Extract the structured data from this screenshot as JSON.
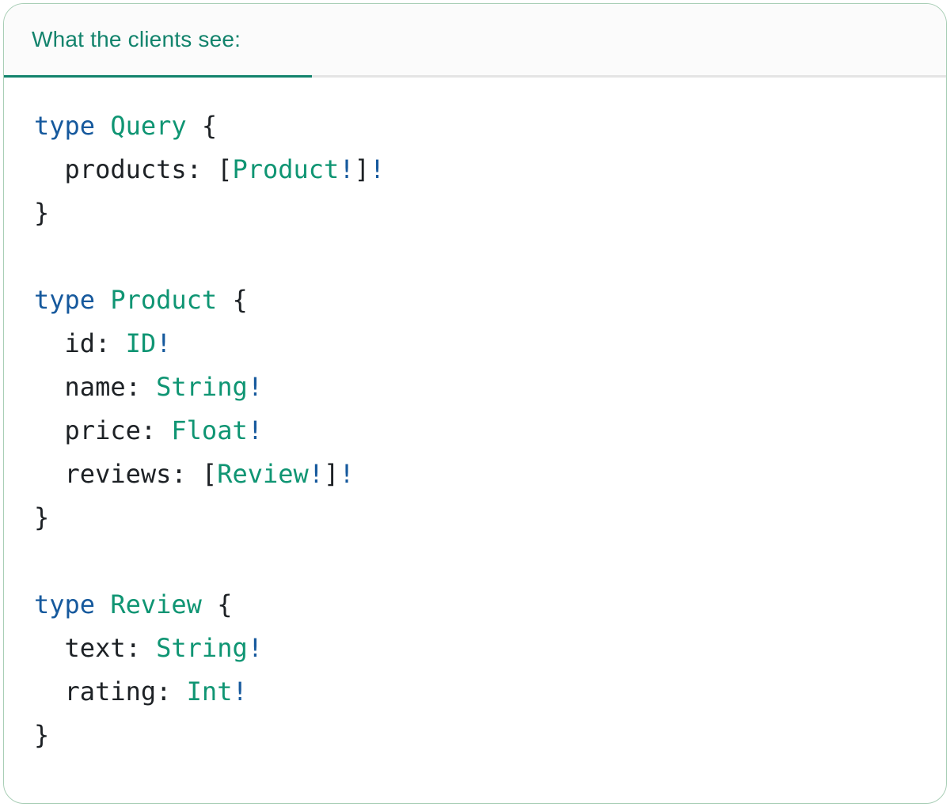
{
  "tab_bar": {
    "tabs": [
      {
        "label": "What the clients see:",
        "active": true
      }
    ]
  },
  "code": {
    "language": "graphql",
    "lines": [
      [
        {
          "type": "keyword",
          "text": "type"
        },
        {
          "type": "plain",
          "text": " "
        },
        {
          "type": "type",
          "text": "Query"
        },
        {
          "type": "plain",
          "text": " {"
        }
      ],
      [
        {
          "type": "plain",
          "text": "  products: ["
        },
        {
          "type": "type",
          "text": "Product"
        },
        {
          "type": "bang",
          "text": "!"
        },
        {
          "type": "plain",
          "text": "]"
        },
        {
          "type": "bang",
          "text": "!"
        }
      ],
      [
        {
          "type": "plain",
          "text": "}"
        }
      ],
      [],
      [
        {
          "type": "keyword",
          "text": "type"
        },
        {
          "type": "plain",
          "text": " "
        },
        {
          "type": "type",
          "text": "Product"
        },
        {
          "type": "plain",
          "text": " {"
        }
      ],
      [
        {
          "type": "plain",
          "text": "  id: "
        },
        {
          "type": "type",
          "text": "ID"
        },
        {
          "type": "bang",
          "text": "!"
        }
      ],
      [
        {
          "type": "plain",
          "text": "  name: "
        },
        {
          "type": "type",
          "text": "String"
        },
        {
          "type": "bang",
          "text": "!"
        }
      ],
      [
        {
          "type": "plain",
          "text": "  price: "
        },
        {
          "type": "type",
          "text": "Float"
        },
        {
          "type": "bang",
          "text": "!"
        }
      ],
      [
        {
          "type": "plain",
          "text": "  reviews: ["
        },
        {
          "type": "type",
          "text": "Review"
        },
        {
          "type": "bang",
          "text": "!"
        },
        {
          "type": "plain",
          "text": "]"
        },
        {
          "type": "bang",
          "text": "!"
        }
      ],
      [
        {
          "type": "plain",
          "text": "}"
        }
      ],
      [],
      [
        {
          "type": "keyword",
          "text": "type"
        },
        {
          "type": "plain",
          "text": " "
        },
        {
          "type": "type",
          "text": "Review"
        },
        {
          "type": "plain",
          "text": " {"
        }
      ],
      [
        {
          "type": "plain",
          "text": "  text: "
        },
        {
          "type": "type",
          "text": "String"
        },
        {
          "type": "bang",
          "text": "!"
        }
      ],
      [
        {
          "type": "plain",
          "text": "  rating: "
        },
        {
          "type": "type",
          "text": "Int"
        },
        {
          "type": "bang",
          "text": "!"
        }
      ],
      [
        {
          "type": "plain",
          "text": "}"
        }
      ]
    ]
  },
  "colors": {
    "accent_teal": "#12836c",
    "code_type_teal": "#0f9573",
    "code_keyword_blue": "#16599d",
    "code_plain_text": "#1d2125",
    "tab_strip_bg": "#fbfbfb",
    "divider_gray": "#e4e4e4",
    "card_border_green": "#a9ceb6"
  }
}
